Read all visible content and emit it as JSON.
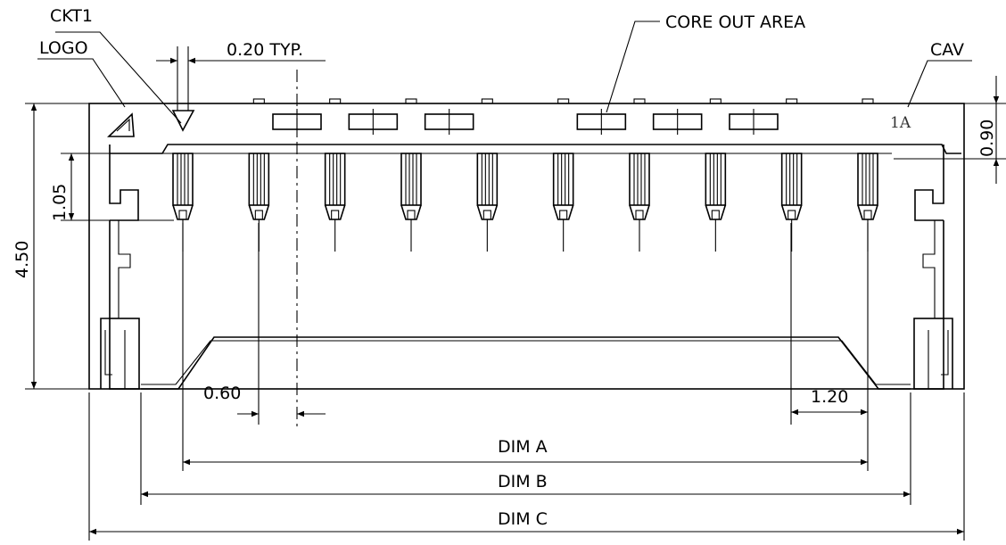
{
  "labels": {
    "ckt1": "CKT1",
    "logo": "LOGO",
    "typ": "0.20 TYP.",
    "core_out": "CORE OUT AREA",
    "cav": "CAV",
    "cavity_mark": "1A",
    "dim_090": "0.90",
    "dim_105": "1.05",
    "dim_450": "4.50",
    "dim_060": "0.60",
    "dim_120": "1.20",
    "dim_a": "DIM A",
    "dim_b": "DIM B",
    "dim_c": "DIM C"
  },
  "circuit_count": 10,
  "core_out_pocket_count": 6
}
